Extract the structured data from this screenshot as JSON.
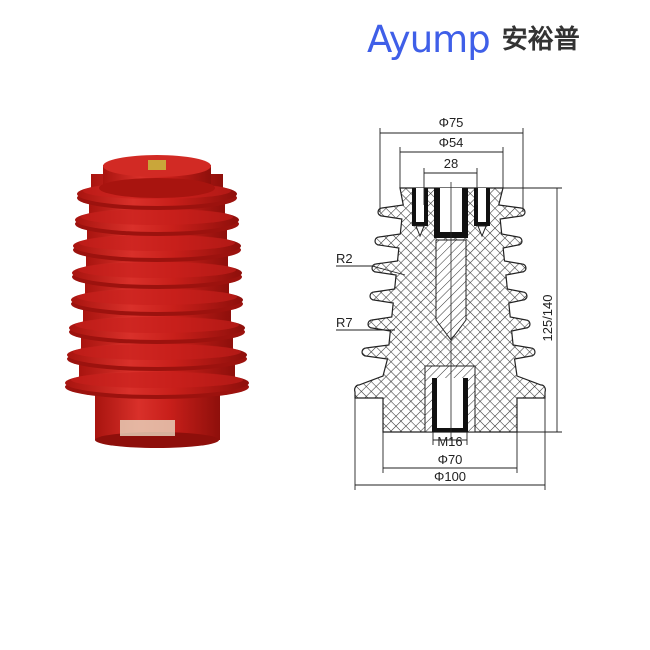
{
  "logo": {
    "brand": "Ayump",
    "chinese": "安裕普",
    "brand_color": "#3f5fe8"
  },
  "product_photo": {
    "description_color": "#c8201c"
  },
  "drawing": {
    "dimensions": {
      "top_outer": "Φ75",
      "top_inner": "Φ54",
      "insert_spacing": "28",
      "radius_small": "R2",
      "radius_large": "R7",
      "height": "125/140",
      "thread": "M16",
      "base": "Φ70",
      "flange": "Φ100"
    }
  }
}
